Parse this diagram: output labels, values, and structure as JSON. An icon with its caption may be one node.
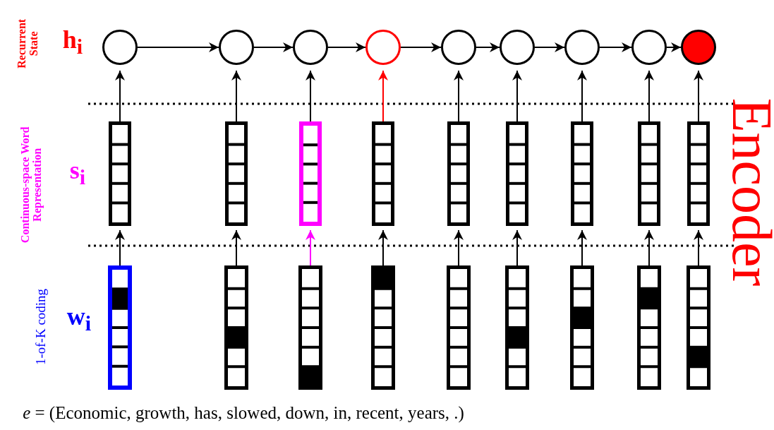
{
  "diagram": {
    "nodes": [
      {
        "text": [],
        "shape": "circle"
      },
      {
        "text": [],
        "shape": "circle"
      },
      {
        "text": [],
        "shape": "circle"
      },
      {
        "text": [],
        "shape": "circle"
      },
      {
        "text": [],
        "shape": "circle"
      },
      {
        "text": [],
        "shape": "circle"
      },
      {
        "text": [],
        "shape": "circle"
      },
      {
        "text": [],
        "shape": "circle"
      },
      {
        "text": [],
        "shape": "circle"
      },
      {
        "text": [],
        "shape": "bar"
      },
      {
        "text": [],
        "shape": "bar"
      },
      {
        "text": [],
        "shape": "bar"
      },
      {
        "text": [],
        "shape": "bar"
      },
      {
        "text": [],
        "shape": "bar"
      },
      {
        "text": [],
        "shape": "bar"
      },
      {
        "text": [],
        "shape": "bar"
      },
      {
        "text": [],
        "shape": "bar"
      },
      {
        "text": [],
        "shape": "bar"
      },
      {
        "text": [],
        "shape": "bar"
      },
      {
        "text": [],
        "shape": "bar"
      },
      {
        "text": [],
        "shape": "bar"
      },
      {
        "text": [],
        "shape": "bar"
      },
      {
        "text": [],
        "shape": "bar"
      },
      {
        "text": [],
        "shape": "bar"
      },
      {
        "text": [],
        "shape": "bar"
      },
      {
        "text": [],
        "shape": "bar"
      },
      {
        "text": [],
        "shape": "bar"
      }
    ],
    "edges": [
      {
        "from": 0,
        "to": 1,
        "arrow": "to"
      },
      {
        "from": 1,
        "to": 2,
        "arrow": "to"
      },
      {
        "from": 2,
        "to": 3,
        "arrow": "to"
      },
      {
        "from": 3,
        "to": 4,
        "arrow": "to"
      },
      {
        "from": 4,
        "to": 5,
        "arrow": "to"
      },
      {
        "from": 5,
        "to": 6,
        "arrow": "to"
      },
      {
        "from": 6,
        "to": 7,
        "arrow": "to"
      },
      {
        "from": 7,
        "to": 8,
        "arrow": "to"
      },
      {
        "from": 9,
        "to": 0,
        "arrow": "to"
      },
      {
        "from": 10,
        "to": 1,
        "arrow": "to"
      },
      {
        "from": 11,
        "to": 2,
        "arrow": "to"
      },
      {
        "from": 12,
        "to": 3,
        "arrow": "to",
        "color": "#ff0000"
      },
      {
        "from": 13,
        "to": 4,
        "arrow": "to"
      },
      {
        "from": 14,
        "to": 5,
        "arrow": "to"
      },
      {
        "from": 15,
        "to": 6,
        "arrow": "to"
      },
      {
        "from": 16,
        "to": 7,
        "arrow": "to"
      },
      {
        "from": 17,
        "to": 8,
        "arrow": "to"
      },
      {
        "from": 18,
        "to": 9,
        "arrow": "to"
      },
      {
        "from": 19,
        "to": 10,
        "arrow": "to"
      },
      {
        "from": 20,
        "to": 11,
        "arrow": "to",
        "color": "#ff00ff"
      },
      {
        "from": 21,
        "to": 12,
        "arrow": "to"
      },
      {
        "from": 22,
        "to": 13,
        "arrow": "to"
      },
      {
        "from": 23,
        "to": 14,
        "arrow": "to"
      },
      {
        "from": 24,
        "to": 15,
        "arrow": "to"
      },
      {
        "from": 25,
        "to": 16,
        "arrow": "to"
      },
      {
        "from": 26,
        "to": 17,
        "arrow": "to"
      }
    ],
    "labels": [
      "Recurrent State",
      "h$_{i}$",
      "Continuous-space Word Representation",
      "s$_{i}$",
      "1-of-K coding",
      "w$_{i}$",
      "Encoder",
      "*e* = (Economic, growth, has, slowed, down, in, recent, years, .)"
    ]
  }
}
